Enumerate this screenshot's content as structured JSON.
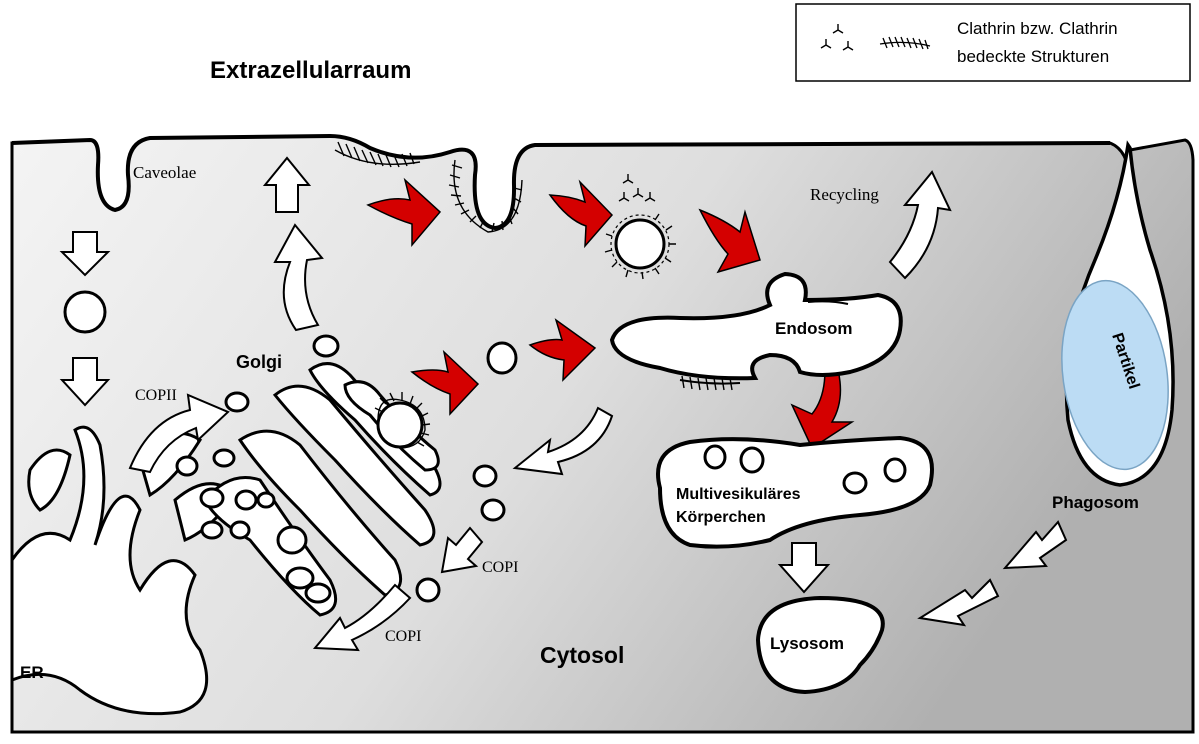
{
  "title": "Extrazellularraum",
  "legend": {
    "line1": "Clathrin bzw. Clathrin",
    "line2": "bedeckte Strukturen"
  },
  "labels": {
    "caveolae": "Caveolae",
    "golgi": "Golgi",
    "copii": "COPII",
    "copi_1": "COPI",
    "copi_2": "COPI",
    "er": "ER",
    "cytosol": "Cytosol",
    "recycling": "Recycling",
    "endosom": "Endosom",
    "mvb_line1": "Multivesikuläres",
    "mvb_line2": "Körperchen",
    "lysosom": "Lysosom",
    "phagosom": "Phagosom",
    "partikel": "Partikel"
  },
  "colors": {
    "cytosol_light": "#f2f2f2",
    "cytosol_dark": "#b4b4b4",
    "clathrin_arrow": "#d40000",
    "particle": "#bcdcf4",
    "outline": "#000000"
  }
}
